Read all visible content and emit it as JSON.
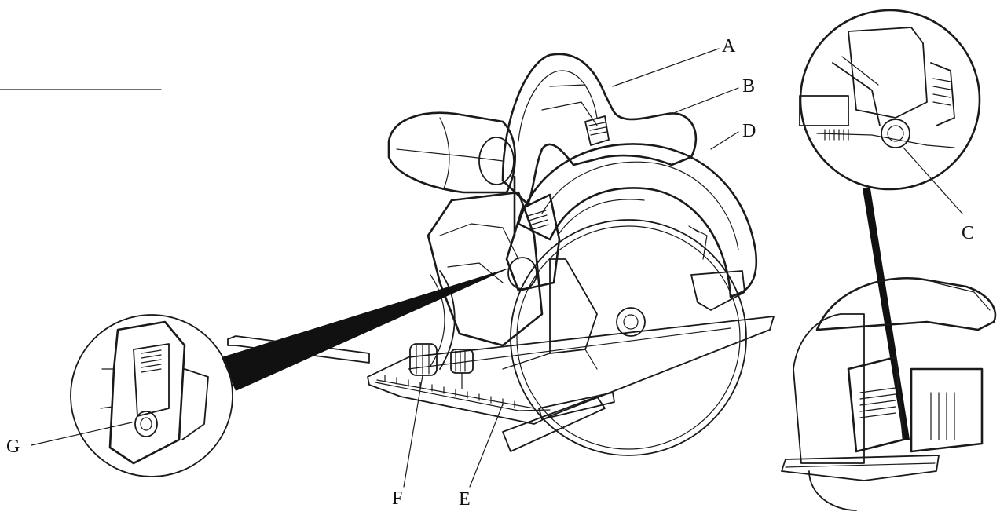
{
  "callouts": {
    "a": "A",
    "b": "B",
    "c": "C",
    "d": "D",
    "e": "E",
    "f": "F",
    "g": "G"
  },
  "colors": {
    "ink": "#1a1a1a",
    "background": "#ffffff"
  }
}
